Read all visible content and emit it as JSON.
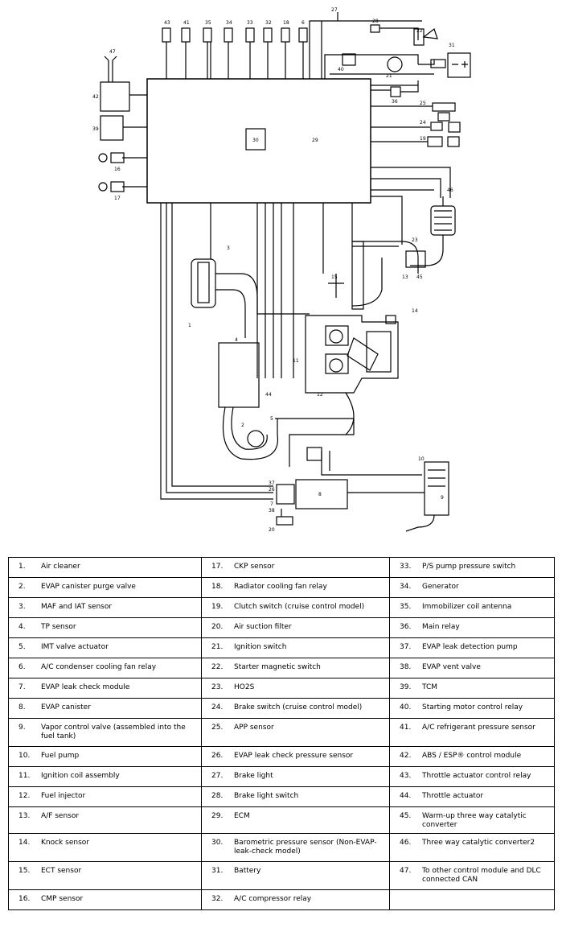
{
  "legend": [
    [
      "1.",
      "Air cleaner",
      "17.",
      "CKP sensor",
      "33.",
      "P/S pump pressure switch"
    ],
    [
      "2.",
      "EVAP canister purge valve",
      "18.",
      "Radiator cooling fan relay",
      "34.",
      "Generator"
    ],
    [
      "3.",
      "MAF and IAT sensor",
      "19.",
      "Clutch switch (cruise control model)",
      "35.",
      "Immobilizer coil antenna"
    ],
    [
      "4.",
      "TP sensor",
      "20.",
      "Air suction filter",
      "36.",
      "Main relay"
    ],
    [
      "5.",
      "IMT valve actuator",
      "21.",
      "Ignition switch",
      "37.",
      "EVAP leak detection pump"
    ],
    [
      "6.",
      "A/C condenser cooling fan relay",
      "22.",
      "Starter magnetic switch",
      "38.",
      "EVAP vent valve"
    ],
    [
      "7.",
      "EVAP leak check module",
      "23.",
      "HO2S",
      "39.",
      "TCM"
    ],
    [
      "8.",
      "EVAP canister",
      "24.",
      "Brake switch (cruise control model)",
      "40.",
      "Starting motor control relay"
    ],
    [
      "9.",
      "Vapor control valve (assembled into the fuel tank)",
      "25.",
      "APP sensor",
      "41.",
      "A/C refrigerant pressure sensor"
    ],
    [
      "10.",
      "Fuel pump",
      "26.",
      "EVAP leak check pressure sensor",
      "42.",
      "ABS / ESP® control module"
    ],
    [
      "11.",
      "Ignition coil assembly",
      "27.",
      "Brake light",
      "43.",
      "Throttle actuator control relay"
    ],
    [
      "12.",
      "Fuel injector",
      "28.",
      "Brake light switch",
      "44.",
      "Throttle actuator"
    ],
    [
      "13.",
      "A/F sensor",
      "29.",
      "ECM",
      "45.",
      "Warm-up three way catalytic converter"
    ],
    [
      "14.",
      "Knock sensor",
      "30.",
      "Barometric pressure sensor (Non-EVAP-leak-check model)",
      "46.",
      "Three way catalytic converter2"
    ],
    [
      "15.",
      "ECT sensor",
      "31.",
      "Battery",
      "47.",
      "To other control module and DLC connected CAN"
    ],
    [
      "16.",
      "CMP sensor",
      "32.",
      "A/C compressor relay",
      "",
      ""
    ]
  ],
  "diagram_labels": {
    "ecm": "29",
    "baro": "30",
    "top_relays": [
      "43",
      "41",
      "35",
      "34",
      "33",
      "32",
      "18",
      "6"
    ],
    "left_modules": [
      "42",
      "39",
      "16",
      "17"
    ],
    "can": "47",
    "right": [
      "27",
      "28",
      "22",
      "31",
      "40",
      "21",
      "36",
      "25",
      "24",
      "19",
      "46",
      "23",
      "45",
      "13",
      "14"
    ],
    "engine": [
      "3",
      "1",
      "4",
      "44",
      "5",
      "2",
      "11",
      "15",
      "12",
      "9",
      "37",
      "26",
      "38",
      "7",
      "8",
      "10",
      "20"
    ]
  }
}
